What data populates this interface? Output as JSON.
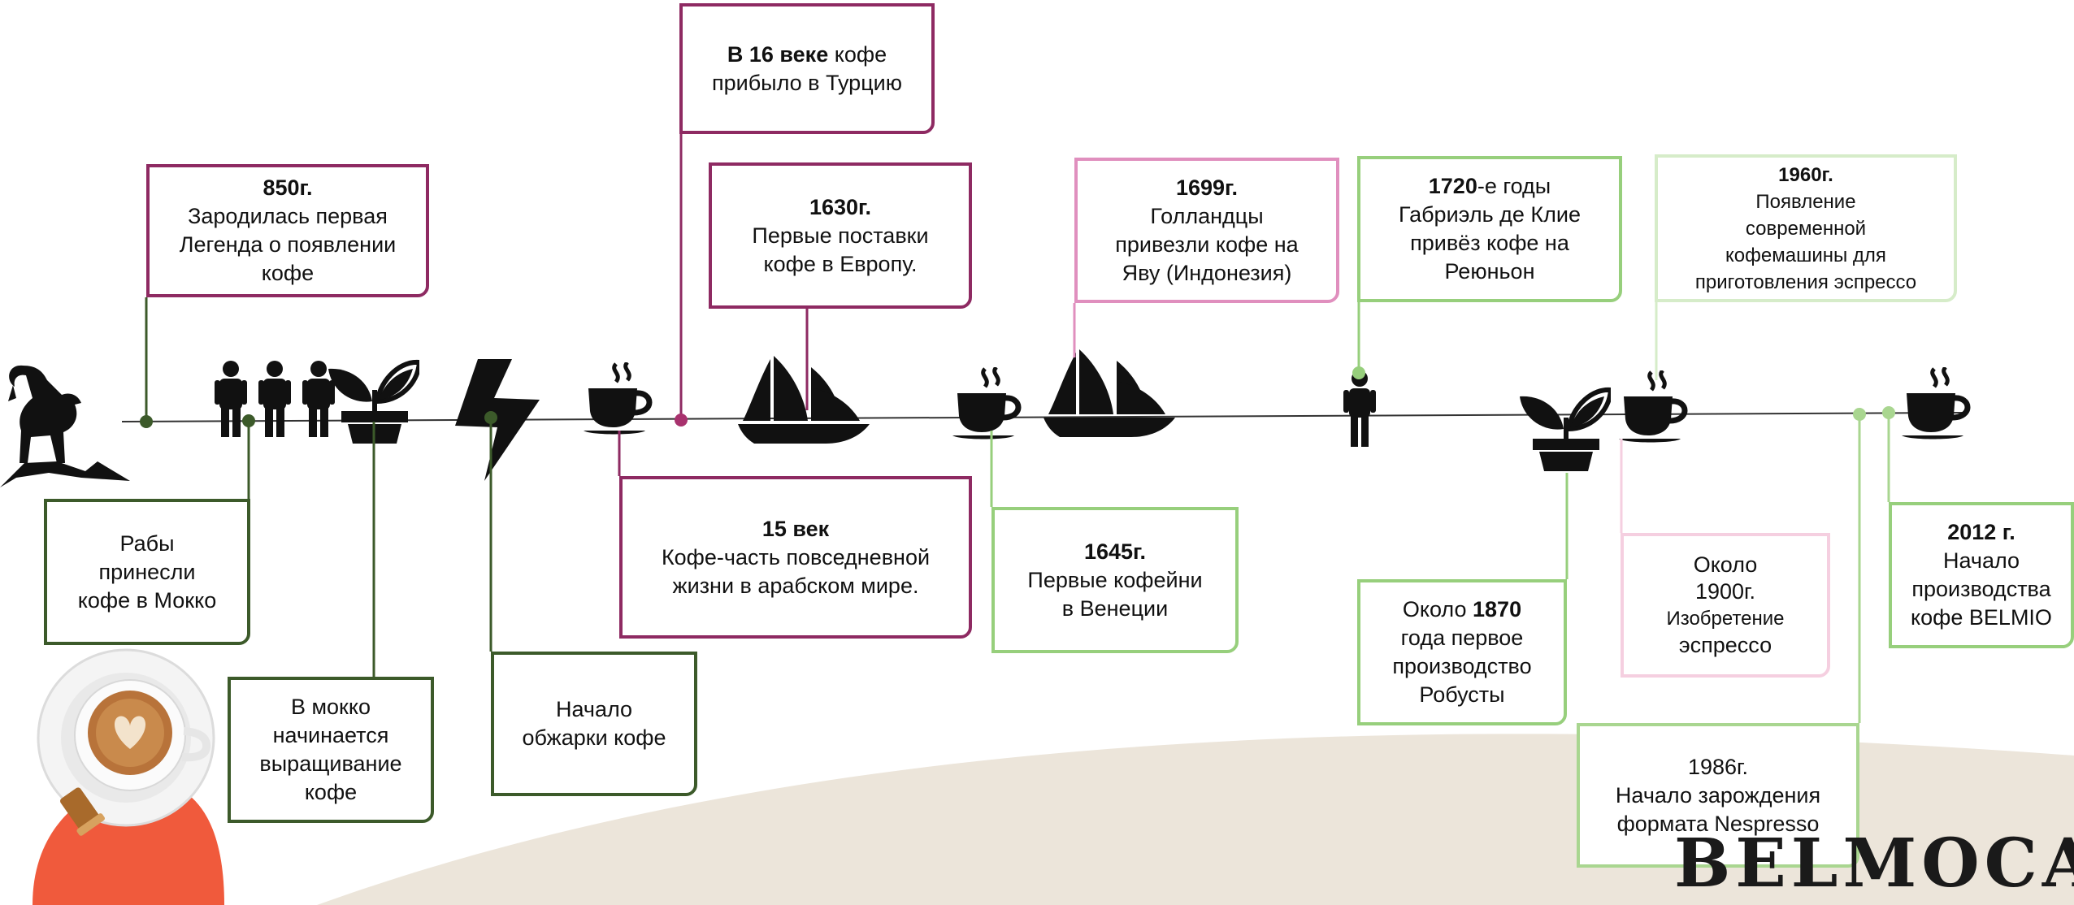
{
  "colors": {
    "dark_green": "#3c5a2a",
    "purple": "#8e2a62",
    "pink": "#e08fbe",
    "light_green": "#97cf7c",
    "background_beige": "#ece5da",
    "accent_orange": "#f05a3c"
  },
  "icons": [
    "goat-icon",
    "people-icon",
    "sprout-icon",
    "lightning-icon",
    "coffee-cup-icon",
    "sailing-ship-icon",
    "person-icon",
    "coffee-capsule-cup-image",
    "brand-logo"
  ],
  "logo_text": "BELMOCA",
  "events": {
    "e850": {
      "year": "850г.",
      "lines": [
        "Зародилась первая",
        "Легенда о появлении",
        "кофе"
      ]
    },
    "slaves": {
      "lines": [
        "Рабы",
        "принесли",
        "кофе в Мокко"
      ]
    },
    "cultivation": {
      "lines": [
        "В мокко",
        "начинается",
        "выращивание",
        "кофе"
      ]
    },
    "roasting": {
      "lines": [
        "Начало",
        "обжарки кофе"
      ]
    },
    "c15": {
      "year": "15 век",
      "lines": [
        "Кофе-часть повседневной",
        "жизни в арабском мире."
      ]
    },
    "c16": {
      "bold": "В 16 веке",
      "rest": " кофе",
      "line2": "прибыло в Турцию"
    },
    "e1630": {
      "year": "1630г.",
      "lines": [
        "Первые поставки",
        "кофе в Европу."
      ]
    },
    "e1645": {
      "year": "1645г.",
      "lines": [
        "Первые кофейни",
        "в Венеции"
      ]
    },
    "e1699": {
      "year": "1699г.",
      "lines": [
        "Голландцы",
        "привезли кофе на",
        "Яву (Индонезия)"
      ]
    },
    "e1720": {
      "bold": "1720",
      "rest": "-е годы",
      "lines": [
        "Габриэль де Клие",
        "привёз кофе на",
        "Реюньон"
      ]
    },
    "e1870": {
      "pre": "Около ",
      "bold": "1870",
      "lines": [
        "года первое",
        "производство",
        "Робусты"
      ]
    },
    "e1900": {
      "lines": [
        "Около",
        "1900г.",
        "Изобретение",
        "эспрессо"
      ]
    },
    "e1960": {
      "year": "1960г.",
      "lines": [
        "Появление",
        "современной",
        "кофемашины для",
        "приготовления эспрессо"
      ]
    },
    "e1986": {
      "lines": [
        "1986г.",
        "Начало зарождения",
        "формата Nespresso"
      ]
    },
    "e2012": {
      "year": "2012 г.",
      "lines": [
        "Начало",
        "производства",
        "кофе BELMIO"
      ]
    }
  }
}
